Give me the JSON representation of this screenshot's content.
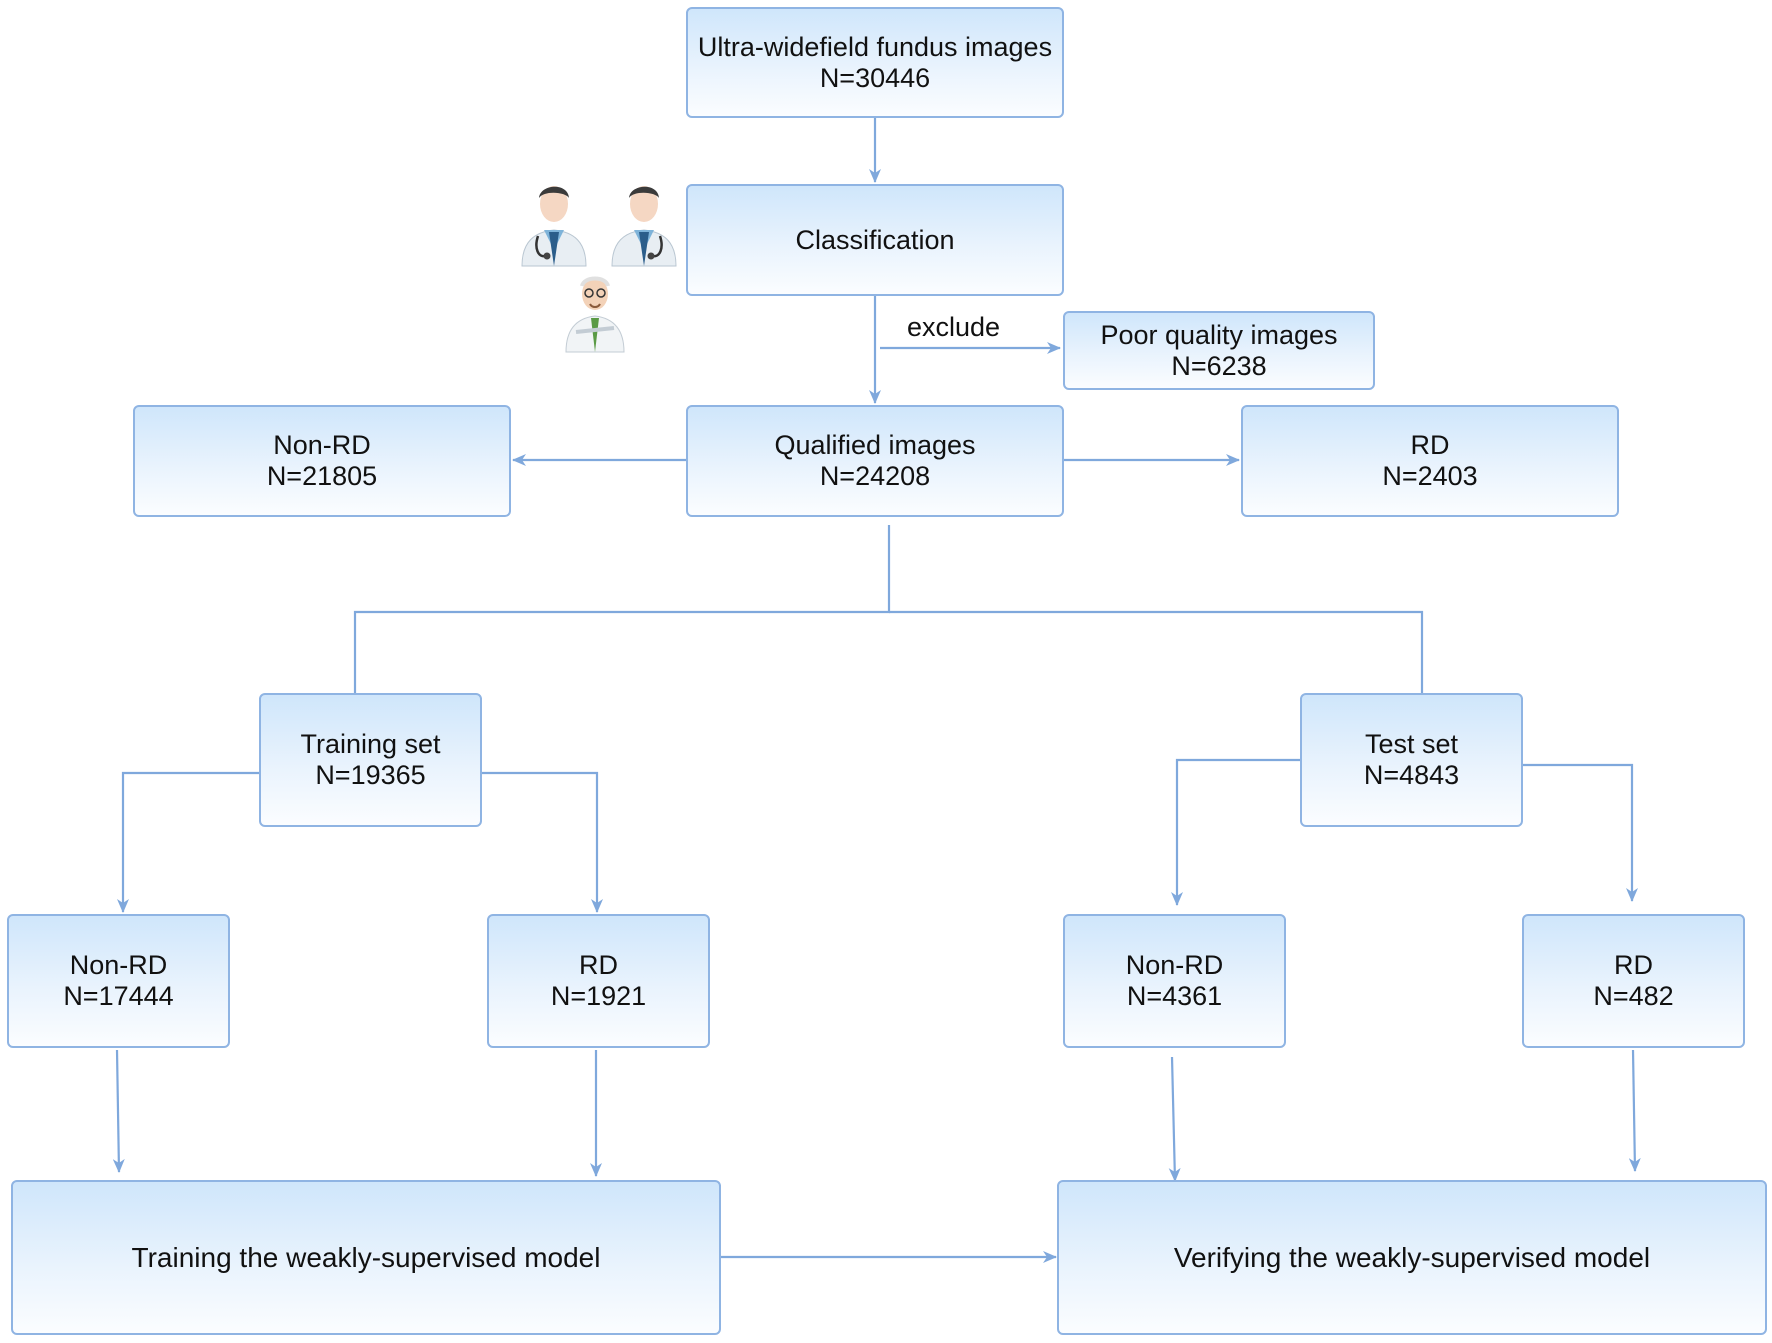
{
  "diagram": {
    "line_color": "#7fa8dc",
    "box_border_color": "#8fb4e3",
    "box_fill_top": "#cfe6fb",
    "box_fill_bottom": "#fbfdff",
    "icons": [
      "doctor-icon",
      "doctor-icon",
      "senior-doctor-icon"
    ],
    "nodes": {
      "source": {
        "line1": "Ultra-widefield fundus images",
        "line2": "N=30446"
      },
      "classification": {
        "line1": "Classification"
      },
      "poor_quality": {
        "line1": "Poor quality images",
        "line2": "N=6238"
      },
      "qualified": {
        "line1": "Qualified images",
        "line2": "N=24208"
      },
      "non_rd_all": {
        "line1": "Non-RD",
        "line2": "N=21805"
      },
      "rd_all": {
        "line1": "RD",
        "line2": "N=2403"
      },
      "training_set": {
        "line1": "Training set",
        "line2": "N=19365"
      },
      "test_set": {
        "line1": "Test set",
        "line2": "N=4843"
      },
      "train_non_rd": {
        "line1": "Non-RD",
        "line2": "N=17444"
      },
      "train_rd": {
        "line1": "RD",
        "line2": "N=1921"
      },
      "test_non_rd": {
        "line1": "Non-RD",
        "line2": "N=4361"
      },
      "test_rd": {
        "line1": "RD",
        "line2": "N=482"
      },
      "training_model": {
        "line1": "Training the weakly-supervised model"
      },
      "verifying_model": {
        "line1": "Verifying the weakly-supervised model"
      }
    },
    "edge_labels": {
      "exclude": "exclude"
    }
  }
}
